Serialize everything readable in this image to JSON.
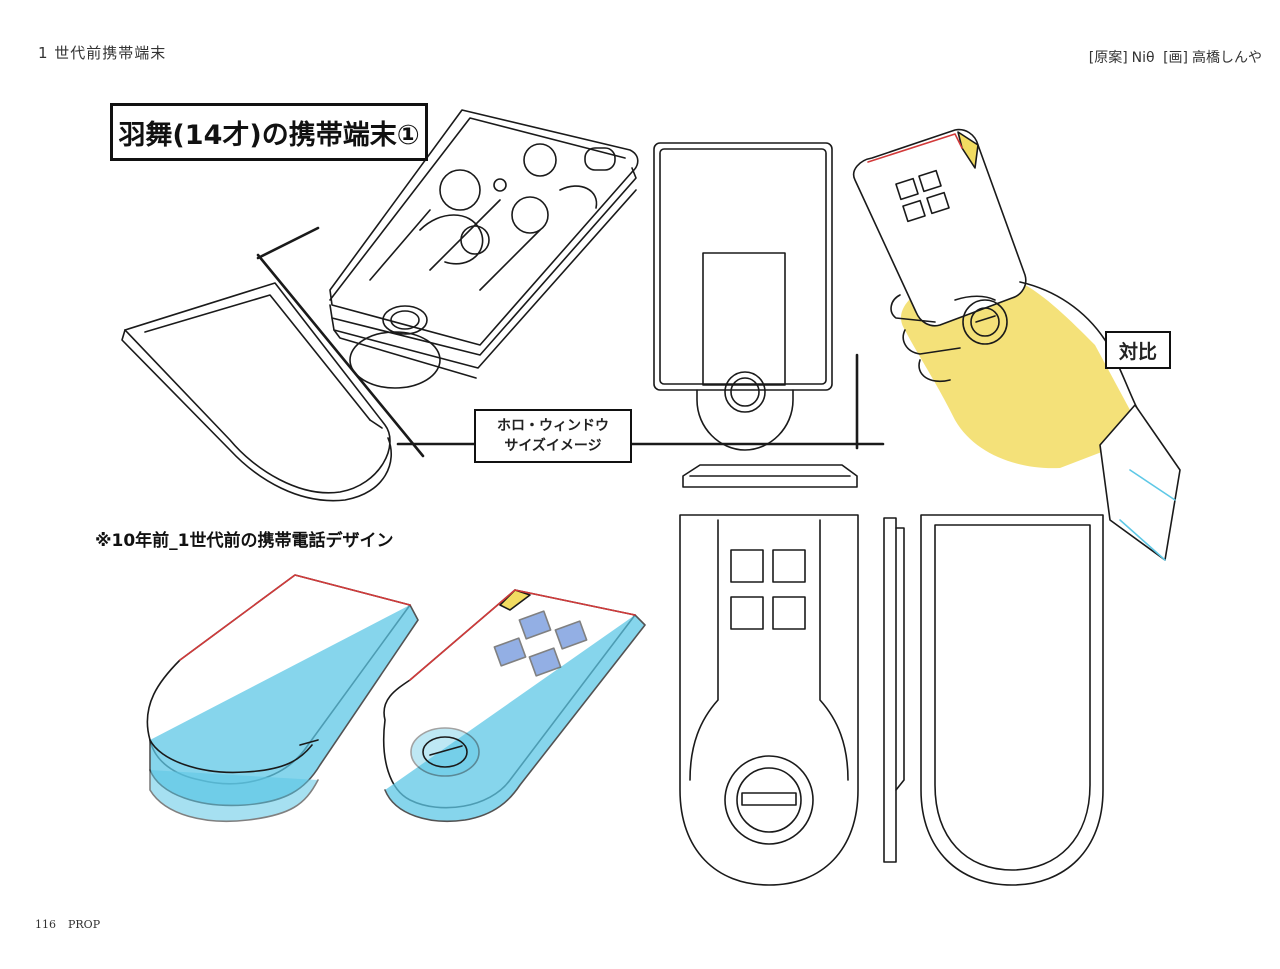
{
  "header": {
    "section_title": "1 世代前携帯端末",
    "credits": {
      "concept_label": "[原案]",
      "concept_name": "Niθ",
      "art_label": "[画]",
      "art_name": "高橋しんや"
    }
  },
  "sheet": {
    "title": "羽舞(14才)の携帯端末①",
    "holo_window_label_line1": "ホロ・ウィンドウ",
    "holo_window_label_line2": "サイズイメージ",
    "comparison_label": "対比",
    "design_note": "※10年前_1世代前の携帯電話デザイン"
  },
  "footer": {
    "page_number": "116",
    "section": "PROP"
  },
  "colors": {
    "ink": "#1a1a1a",
    "cyan_shade": "#5ec8e6",
    "red_line": "#d23a3a",
    "yellow_shade": "#f2dc62",
    "blue_key": "#3b6fcf"
  }
}
